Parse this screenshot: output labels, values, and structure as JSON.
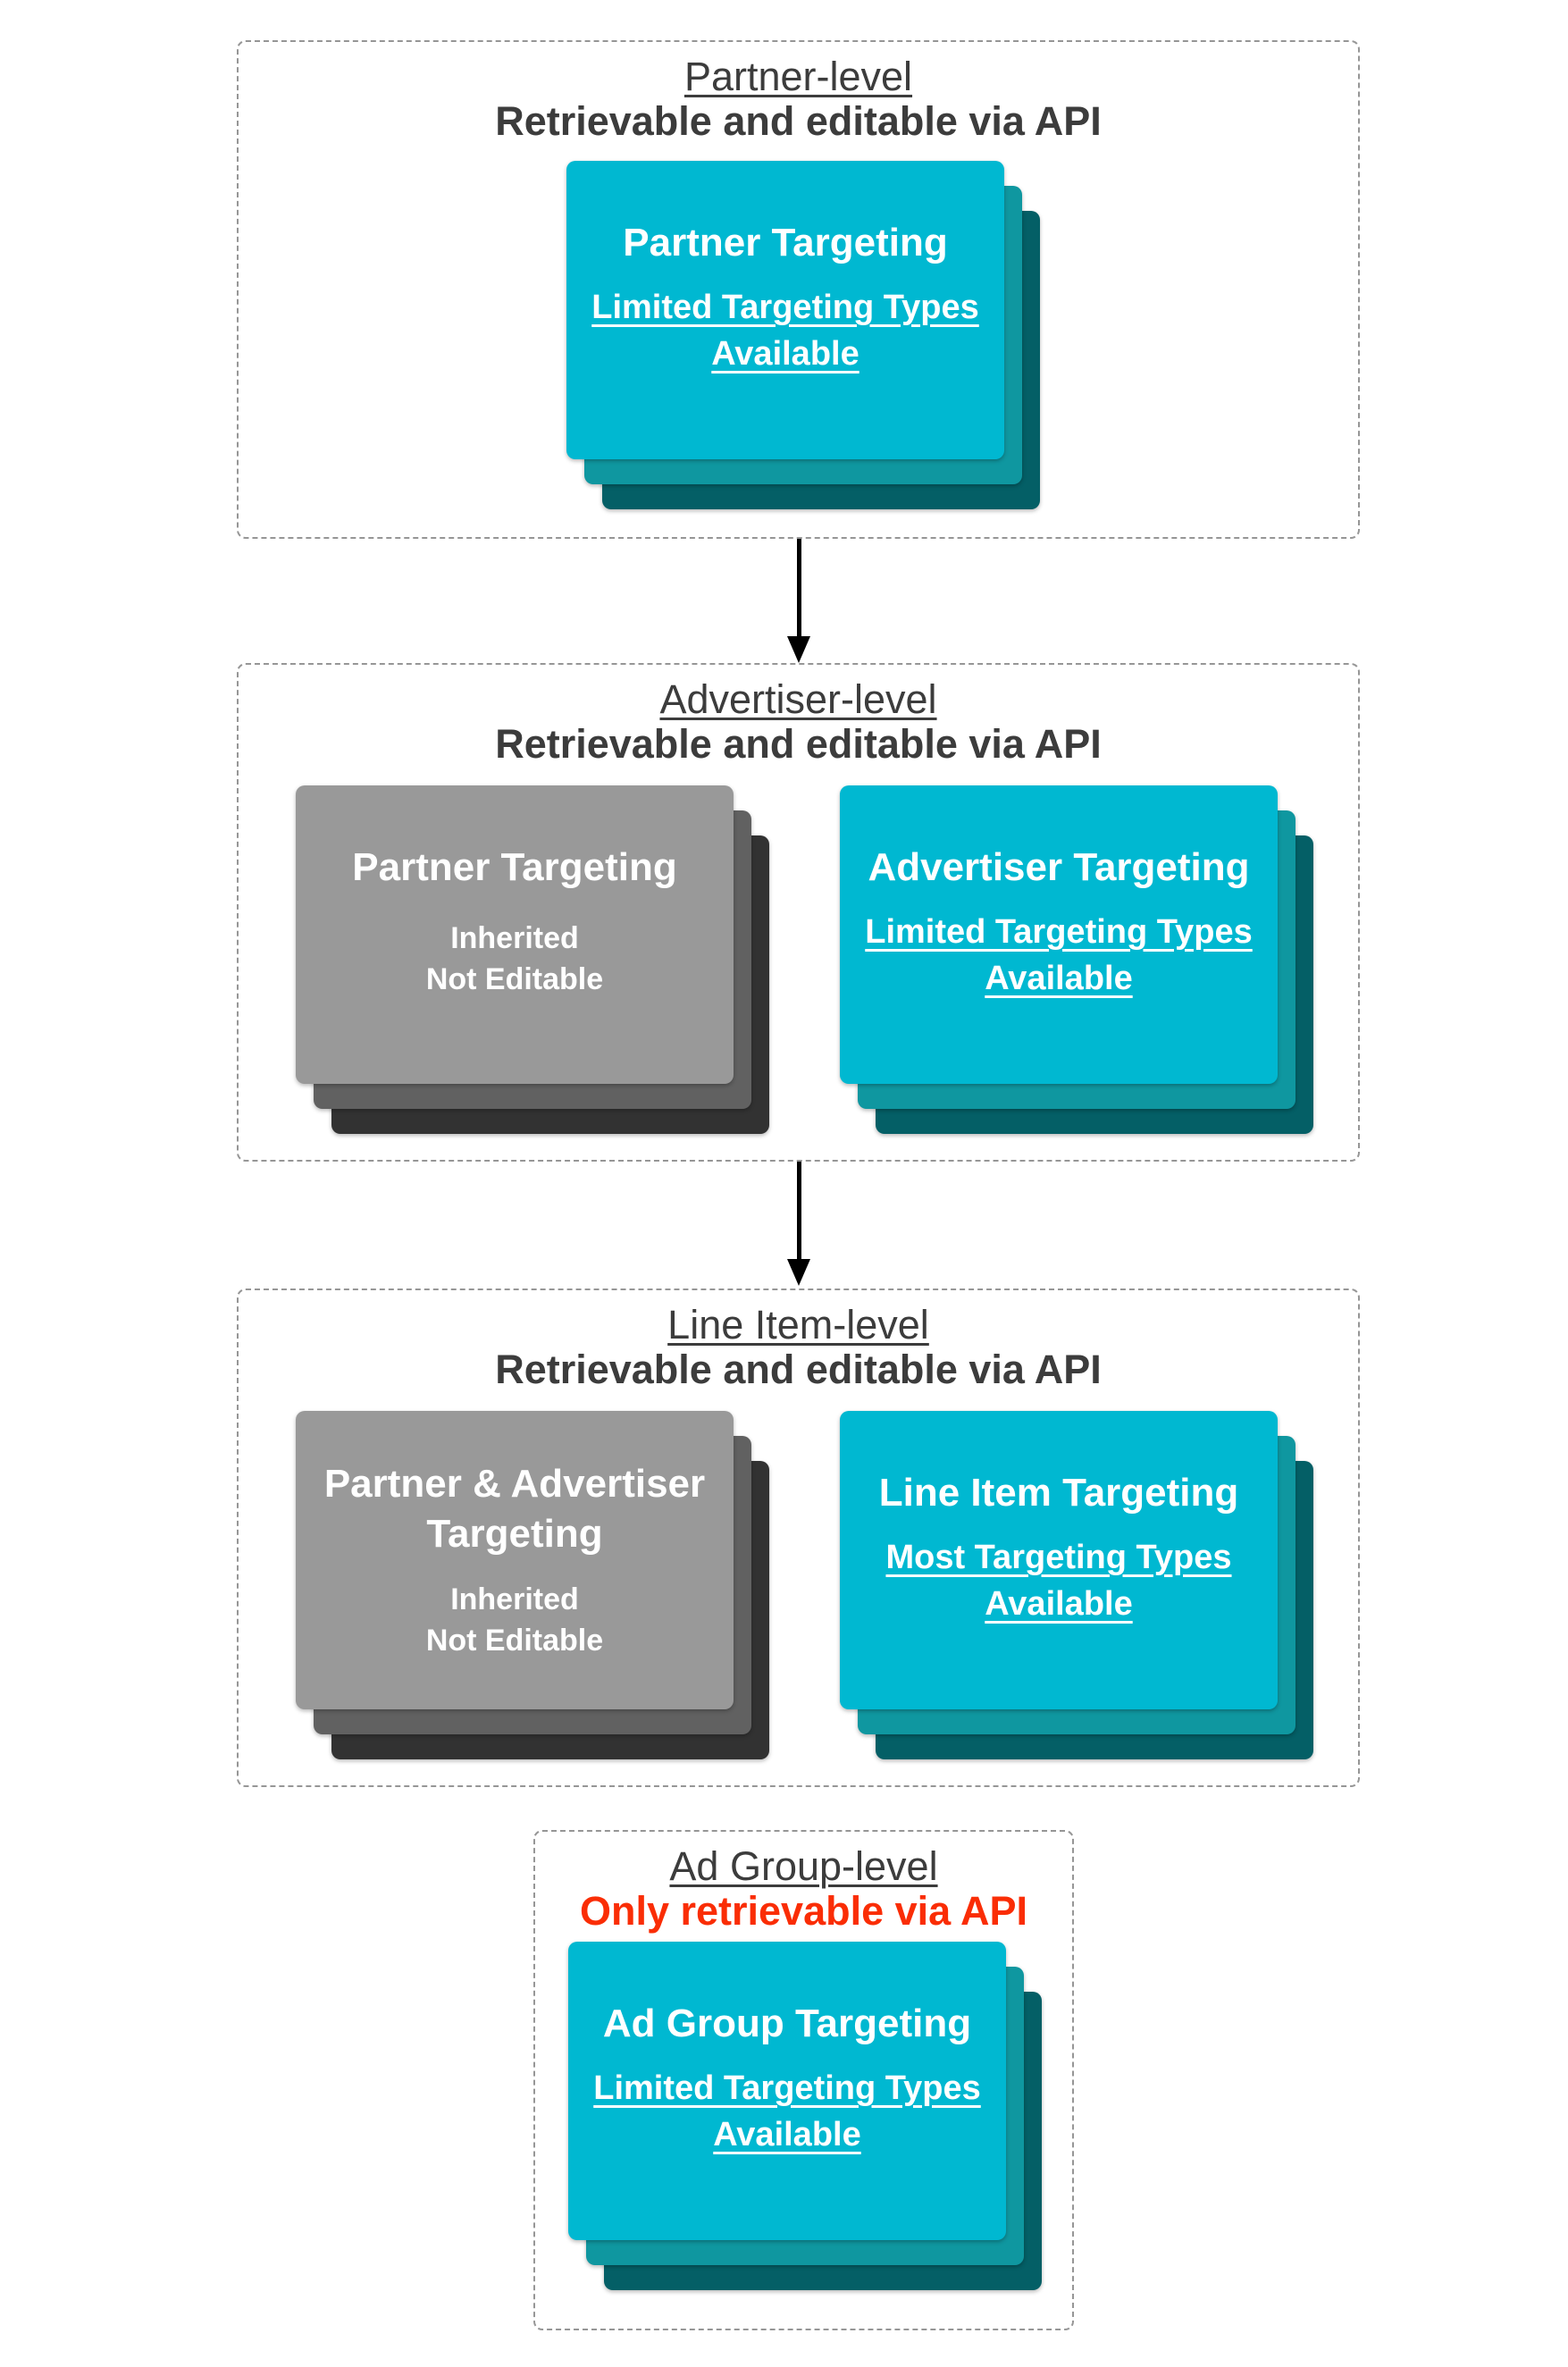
{
  "colors": {
    "card_cyan": "#00b8d1",
    "card_cyan_mid": "#0f97a0",
    "card_cyan_back": "#045f66",
    "card_gray": "#999999",
    "card_gray_mid": "#616161",
    "card_gray_back": "#323232",
    "heading_text": "#3c3c3c",
    "red_api_note": "#fa2d05",
    "card_text": "#ffffff",
    "dashed_border": "#969696",
    "arrow": "#000000"
  },
  "sections": [
    {
      "label": "Partner-level",
      "api_note": "Retrievable and editable via API",
      "cards": [
        {
          "title": "Partner Targeting",
          "subtitle": "Limited Targeting Types Available"
        }
      ]
    },
    {
      "label": "Advertiser-level",
      "api_note": "Retrievable and editable via API",
      "cards": [
        {
          "title": "Partner Targeting",
          "line1": "Inherited",
          "line2": "Not Editable"
        },
        {
          "title": "Advertiser Targeting",
          "subtitle": "Limited Targeting Types Available"
        }
      ]
    },
    {
      "label": "Line Item-level",
      "api_note": "Retrievable and editable via API",
      "cards": [
        {
          "title": "Partner & Advertiser Targeting",
          "line1": "Inherited",
          "line2": "Not Editable"
        },
        {
          "title": "Line Item Targeting",
          "subtitle": "Most Targeting Types Available"
        }
      ]
    },
    {
      "label": "Ad Group-level",
      "api_note": "Only retrievable via API",
      "cards": [
        {
          "title": "Ad Group Targeting",
          "subtitle": "Limited Targeting Types Available"
        }
      ]
    }
  ]
}
